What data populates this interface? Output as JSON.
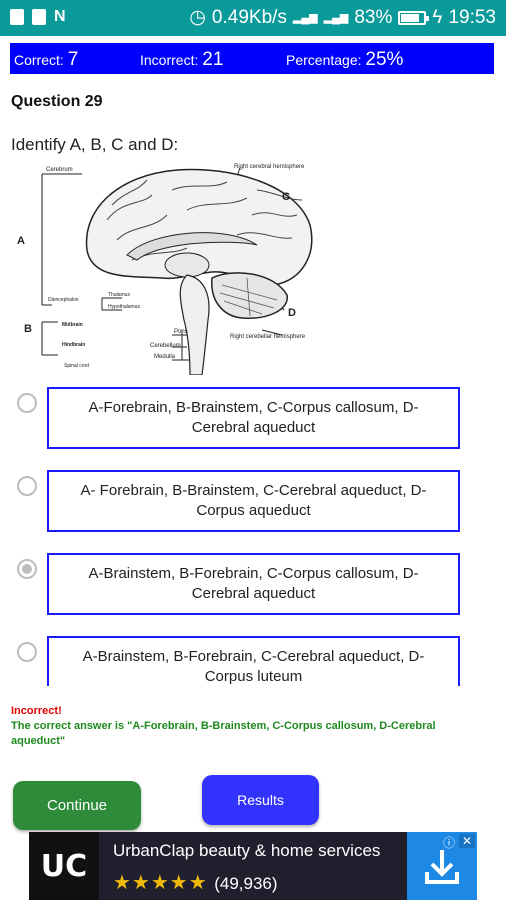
{
  "status_bar": {
    "speed": "0.49Kb/s",
    "battery": "83%",
    "battery_fraction": 0.83,
    "time": "19:53",
    "icons": [
      "image-icon",
      "sim-icon",
      "n-icon",
      "alarm-icon",
      "signal-icon",
      "battery-icon",
      "charging-icon"
    ]
  },
  "score": {
    "correct_label": "Correct:",
    "correct_value": "7",
    "incorrect_label": "Incorrect:",
    "incorrect_value": "21",
    "percentage_label": "Percentage:",
    "percentage_value": "25%"
  },
  "question": {
    "number": "Question 29",
    "text": "Identify A, B, C and D:"
  },
  "diagram": {
    "labels": {
      "cerebrum": "Cerebrum",
      "right_cerebral": "Right cerebral hemisphere",
      "A": "A",
      "B": "B",
      "C": "C",
      "D": "D",
      "diencephalon": "Diencephalon",
      "thalamus": "Thalamus",
      "hypothalamus": "Hypothalamus",
      "midbrain": "Midbrain",
      "hindbrain": "Hindbrain",
      "pons": "Pons",
      "cerebellum": "Cerebellum",
      "medulla": "Medulla",
      "spinal_cord": "Spinal cord",
      "right_cerebellar": "Right cerebellar hemisphere"
    }
  },
  "options": [
    {
      "text": "A-Forebrain, B-Brainstem, C-Corpus callosum, D-Cerebral aqueduct",
      "selected": false
    },
    {
      "text": "A- Forebrain, B-Brainstem, C-Cerebral aqueduct, D-Corpus aqueduct",
      "selected": false
    },
    {
      "text": "A-Brainstem, B-Forebrain, C-Corpus callosum, D-Cerebral aqueduct",
      "selected": true
    },
    {
      "text": "A-Brainstem, B-Forebrain, C-Cerebral aqueduct, D-Corpus luteum",
      "selected": false
    }
  ],
  "feedback": {
    "result": "Incorrect!",
    "correct_answer": "The correct answer is \"A-Forebrain, B-Brainstem, C-Corpus callosum, D-Cerebral aqueduct\""
  },
  "buttons": {
    "continue": "Continue",
    "results": "Results"
  },
  "ad": {
    "logo": "UC",
    "title": "UrbanClap beauty & home services",
    "stars": "★★★★★",
    "rating_count": "(49,936)"
  },
  "colors": {
    "score_bar": "#0000ff",
    "option_border": "#1a1aff",
    "incorrect": "#e00000",
    "correct": "#1e8a1e",
    "continue_button": "#2e8b3a",
    "results_button": "#3333ff",
    "status_bar": "#0b9a9a"
  }
}
